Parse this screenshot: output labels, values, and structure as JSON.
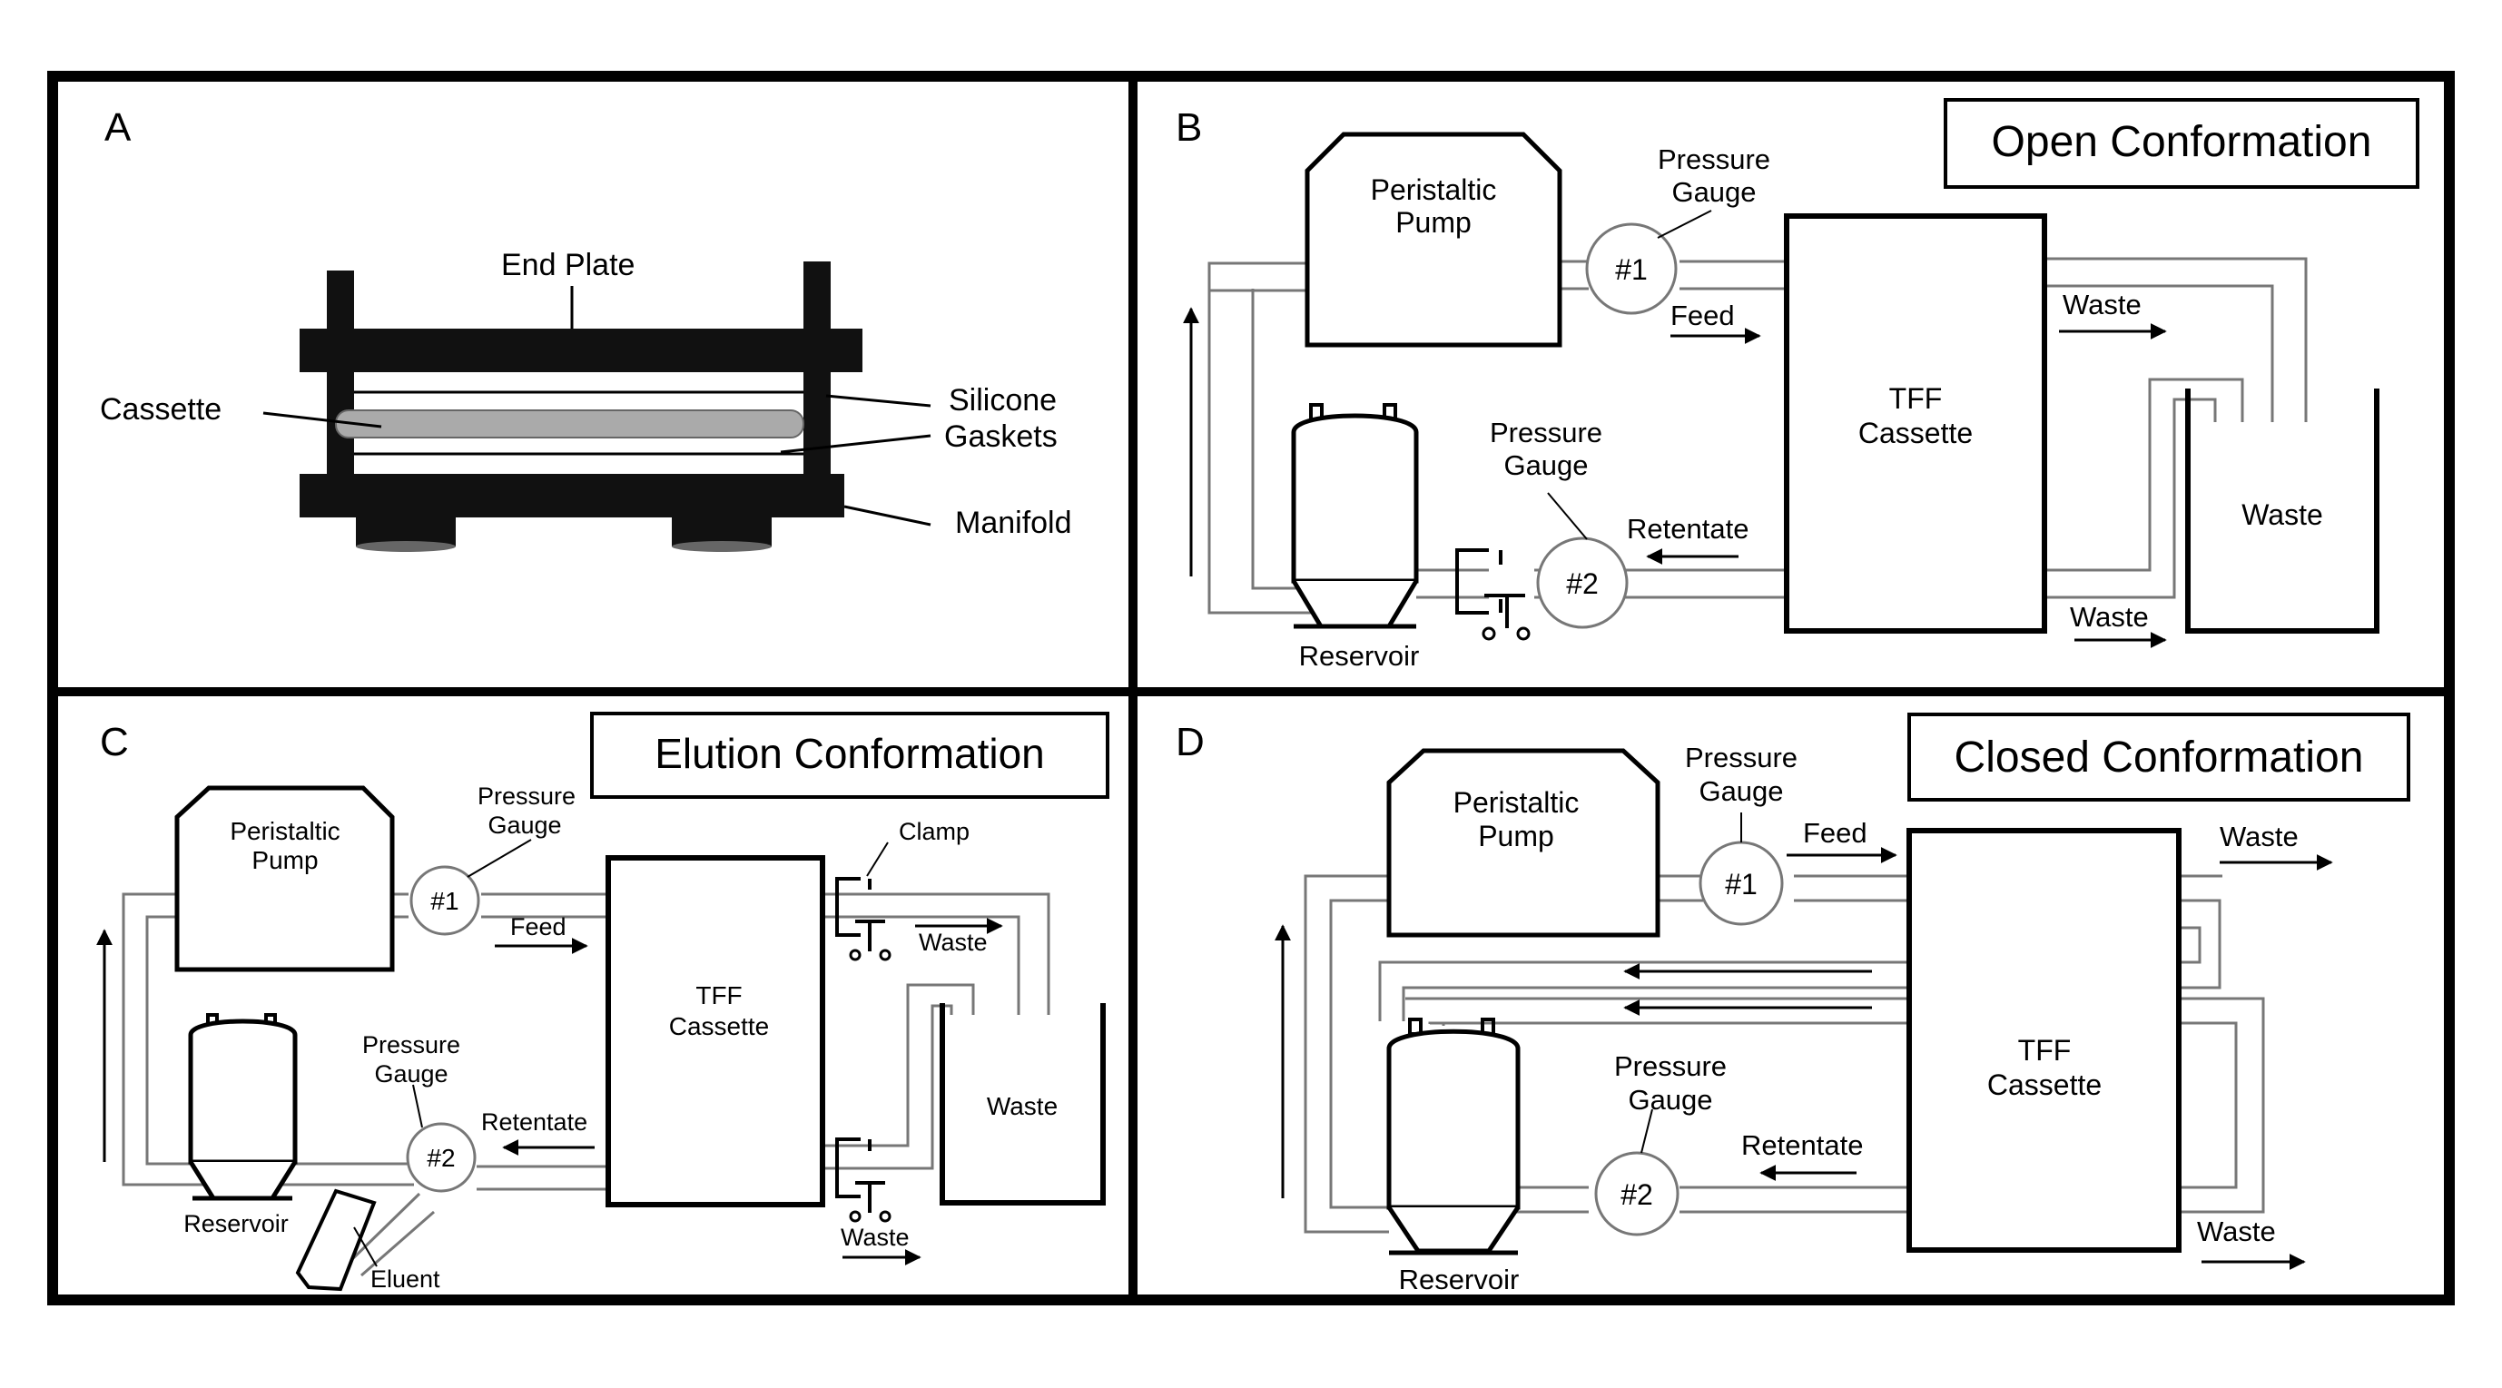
{
  "panels": {
    "a": {
      "letter": "A",
      "end_plate": "End Plate",
      "cassette": "Cassette",
      "gaskets_1": "Silicone",
      "gaskets_2": "Gaskets",
      "manifold": "Manifold"
    },
    "b": {
      "letter": "B",
      "title": "Open Conformation",
      "pump_1": "Peristaltic",
      "pump_2": "Pump",
      "gauge1_1": "Pressure",
      "gauge1_2": "Gauge",
      "g1": "#1",
      "feed": "Feed",
      "tff_1": "TFF",
      "tff_2": "Cassette",
      "waste_top": "Waste",
      "waste_tank": "Waste",
      "waste_bottom": "Waste",
      "gauge2_1": "Pressure",
      "gauge2_2": "Gauge",
      "g2": "#2",
      "retentate": "Retentate",
      "reservoir": "Reservoir"
    },
    "c": {
      "letter": "C",
      "title": "Elution Conformation",
      "pump_1": "Peristaltic",
      "pump_2": "Pump",
      "gauge1_1": "Pressure",
      "gauge1_2": "Gauge",
      "g1": "#1",
      "feed": "Feed",
      "tff_1": "TFF",
      "tff_2": "Cassette",
      "clamp": "Clamp",
      "waste_top": "Waste",
      "waste_tank": "Waste",
      "waste_bottom": "Waste",
      "gauge2_1": "Pressure",
      "gauge2_2": "Gauge",
      "g2": "#2",
      "retentate": "Retentate",
      "reservoir": "Reservoir",
      "eluent": "Eluent"
    },
    "d": {
      "letter": "D",
      "title": "Closed Conformation",
      "pump_1": "Peristaltic",
      "pump_2": "Pump",
      "gauge1_1": "Pressure",
      "gauge1_2": "Gauge",
      "g1": "#1",
      "feed": "Feed",
      "tff_1": "TFF",
      "tff_2": "Cassette",
      "waste_top": "Waste",
      "waste_bottom": "Waste",
      "gauge2_1": "Pressure",
      "gauge2_2": "Gauge",
      "g2": "#2",
      "retentate": "Retentate",
      "reservoir": "Reservoir"
    }
  }
}
